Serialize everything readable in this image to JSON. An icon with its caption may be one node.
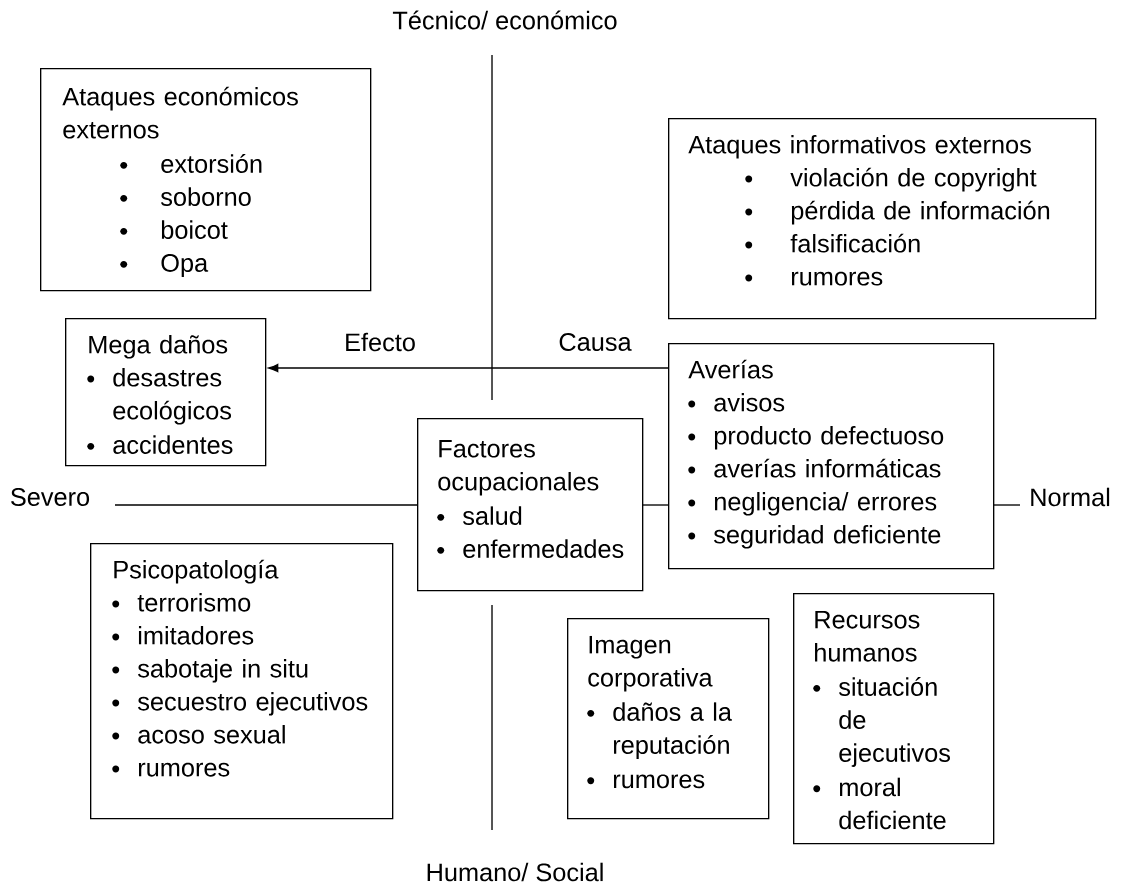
{
  "diagram": {
    "nodes": [
      {
        "text": [
          "Ataques económicos externos",
          "extorsión",
          "soborno",
          "boicot",
          "Opa"
        ]
      },
      {
        "text": [
          "Ataques informativos externos",
          "violación de copyright",
          "pérdida de información",
          "falsificación",
          "rumores"
        ]
      },
      {
        "text": [
          "Mega daños",
          "desastres ecológicos",
          "accidentes"
        ]
      },
      {
        "text": [
          "Averías",
          "avisos",
          "producto defectuoso",
          "averías informáticas",
          "negligencia/ errores",
          "seguridad deficiente"
        ]
      },
      {
        "text": [
          "Factores ocupacionales",
          "salud",
          "enfermedades"
        ]
      },
      {
        "text": [
          "Psicopatología",
          "terrorismo",
          "imitadores",
          "sabotaje in situ",
          "secuestro ejecutivos",
          "acoso sexual",
          "rumores"
        ]
      },
      {
        "text": [
          "Imagen corporativa",
          "daños a la reputación",
          "rumores"
        ]
      },
      {
        "text": [
          "Recursos humanos",
          "situación de ejecutivos",
          "moral deficiente"
        ]
      }
    ],
    "edges": [
      {
        "from": 3,
        "to": 2,
        "arrow": "to"
      }
    ],
    "labels": [
      "Técnico/ económico",
      "Efecto",
      "Causa",
      "Severo",
      "Normal",
      "Humano/ Social"
    ]
  }
}
